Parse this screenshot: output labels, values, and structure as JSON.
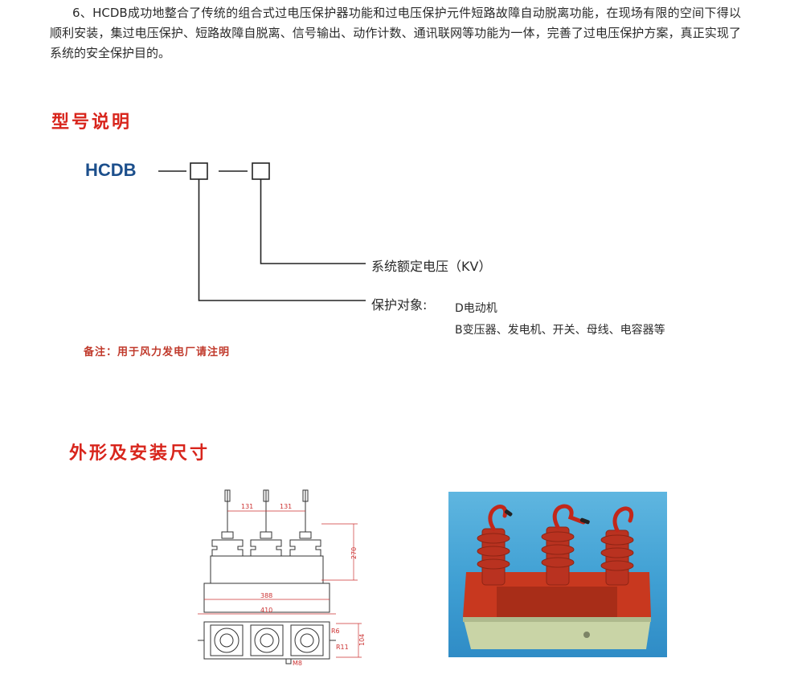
{
  "intro": {
    "text": "6、HCDB成功地整合了传统的组合式过电压保护器功能和过电压保护元件短路故障自动脱离功能，在现场有限的空间下得以顺利安装，集过电压保护、短路故障自脱离、信号输出、动作计数、通讯联网等功能为一体，完善了过电压保护方案，真正实现了系统的安全保护目的。"
  },
  "model_section": {
    "heading": "型号说明",
    "prefix": "HCDB",
    "label_voltage": "系统额定电压（KV）",
    "label_target": "保护对象:",
    "target_d": "D电动机",
    "target_b": "B变压器、发电机、开关、母线、电容器等",
    "note": "备注：用于风力发电厂请注明"
  },
  "dimension_section": {
    "heading": "外形及安装尺寸",
    "drawing": {
      "dim_131_left": "131",
      "dim_131_right": "131",
      "dim_270": "270",
      "dim_388": "388",
      "dim_410": "410",
      "dim_r6": "R6",
      "dim_r11": "R11",
      "dim_104": "104",
      "dim_m8": "M8"
    },
    "caption": ""
  },
  "colors": {
    "heading_red": "#d8251c",
    "hcdb_blue": "#1c4f8c",
    "insulator_red": "#c8381f",
    "photo_bg": "#3f9fd3"
  }
}
